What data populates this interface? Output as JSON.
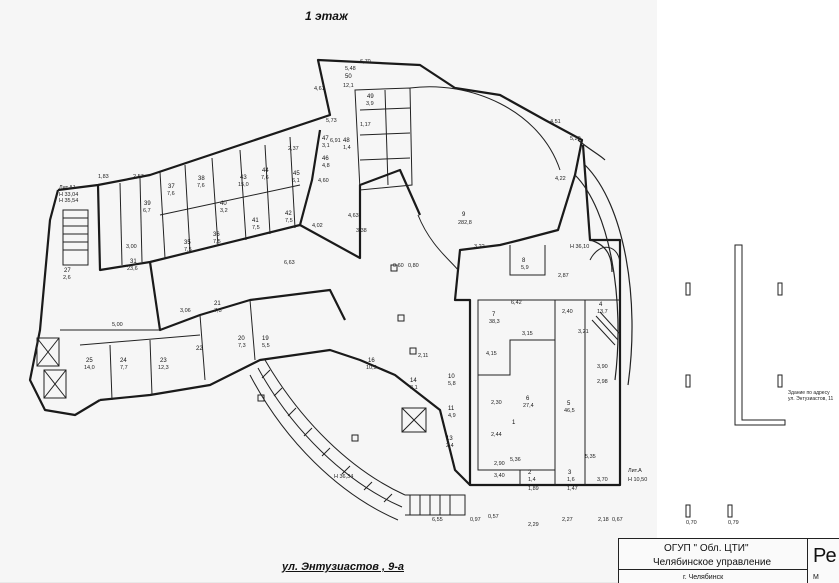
{
  "title": "1 этаж",
  "street": "ул. Энтузиастов , 9-а",
  "stamp": {
    "org": "ОГУП \" Обл. ЦТИ\"",
    "dept": "Челябинское управление",
    "city": "г. Челябинск",
    "sheet": "Ре",
    "sheet_small": "М"
  },
  "side_note": [
    "Здание по адресу",
    "ул. Энтузиастов, 11"
  ],
  "rooms": [
    {
      "id": "room-50",
      "num": "50",
      "area": "12,1"
    },
    {
      "id": "room-49",
      "num": "49",
      "area": "3,9"
    },
    {
      "id": "room-48",
      "num": "48",
      "area": "1,4"
    },
    {
      "id": "room-47",
      "num": "47",
      "area": "3,1"
    },
    {
      "id": "room-46",
      "num": "46",
      "area": "4,8"
    },
    {
      "id": "room-45",
      "num": "45",
      "area": "6,1"
    },
    {
      "id": "room-44",
      "num": "44",
      "area": "7,6"
    },
    {
      "id": "room-43",
      "num": "43",
      "area": "15,0"
    },
    {
      "id": "room-42",
      "num": "42",
      "area": "7,5"
    },
    {
      "id": "room-41",
      "num": "41",
      "area": "7,5"
    },
    {
      "id": "room-40",
      "num": "40",
      "area": "3,2"
    },
    {
      "id": "room-39",
      "num": "39",
      "area": "6,7"
    },
    {
      "id": "room-38",
      "num": "38",
      "area": "7,6"
    },
    {
      "id": "room-37",
      "num": "37",
      "area": "7,6"
    },
    {
      "id": "room-36",
      "num": "36",
      "area": "7,5"
    },
    {
      "id": "room-35",
      "num": "35",
      "area": "7,5"
    },
    {
      "id": "room-31",
      "num": "31",
      "area": "23,6"
    },
    {
      "id": "room-27",
      "num": "27",
      "area": "2,6"
    },
    {
      "id": "room-25",
      "num": "25",
      "area": "14,0"
    },
    {
      "id": "room-24",
      "num": "24",
      "area": "7,7"
    },
    {
      "id": "room-23",
      "num": "23",
      "area": "12,3"
    },
    {
      "id": "room-22",
      "num": "22",
      "area": ""
    },
    {
      "id": "room-21",
      "num": "21",
      "area": "7,3"
    },
    {
      "id": "room-20",
      "num": "20",
      "area": "7,3"
    },
    {
      "id": "room-19",
      "num": "19",
      "area": "5,5"
    },
    {
      "id": "room-16",
      "num": "16",
      "area": "10,5"
    },
    {
      "id": "room-14",
      "num": "14",
      "area": "3,1"
    },
    {
      "id": "room-13",
      "num": "13",
      "area": "2,4"
    },
    {
      "id": "room-11",
      "num": "11",
      "area": "4,9"
    },
    {
      "id": "room-10",
      "num": "10",
      "area": "5,8"
    },
    {
      "id": "room-9",
      "num": "9",
      "area": "282,8"
    },
    {
      "id": "room-8",
      "num": "8",
      "area": "5,9"
    },
    {
      "id": "room-7",
      "num": "7",
      "area": "38,3"
    },
    {
      "id": "room-6",
      "num": "6",
      "area": "27,4"
    },
    {
      "id": "room-5",
      "num": "5",
      "area": "46,5"
    },
    {
      "id": "room-4",
      "num": "4",
      "area": "13,7"
    },
    {
      "id": "room-3",
      "num": "3",
      "area": "1,6"
    },
    {
      "id": "room-2",
      "num": "2",
      "area": "1,4"
    },
    {
      "id": "room-1",
      "num": "1",
      "area": ""
    }
  ],
  "dims": [
    "6,70",
    "5,48",
    "4,51",
    "4,61",
    "4,60",
    "2,57",
    "1,83",
    "4,22",
    "6,91",
    "5,20",
    "0,60",
    "3,22",
    "6,42",
    "2,40",
    "2,87",
    "3,15",
    "2,30",
    "2,44",
    "5,36",
    "4,15",
    "2,98",
    "3,90",
    "2,90",
    "5,35",
    "3,70",
    "1,89",
    "1,47",
    "2,29",
    "2,27",
    "2,18",
    "0,97",
    "6,55",
    "0,57",
    "0,67",
    "0,70",
    "0,79",
    "4,63",
    "3,38",
    "4,02",
    "0,80",
    "6,63",
    "5,00",
    "3,06",
    "3,00",
    "2,37",
    "5,73",
    "1,17",
    "3,21",
    "2,11",
    "3,40",
    "Н 35,54",
    "Н 36,34",
    "Н 10,50",
    "Лит.А1",
    "Лит.А",
    "Н 33,04",
    "Н 36,10"
  ]
}
